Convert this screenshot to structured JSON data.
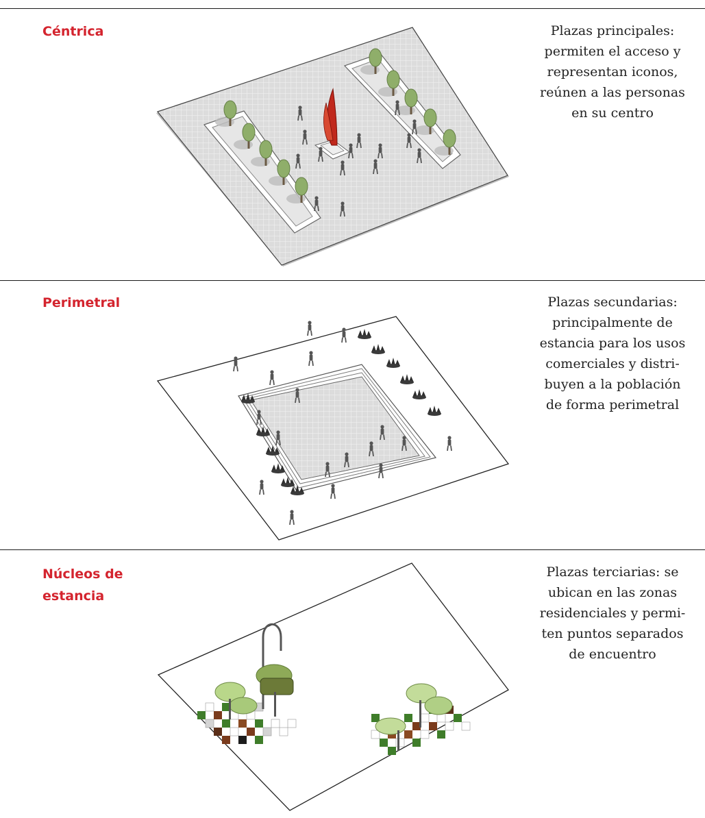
{
  "sections": [
    {
      "label": "Céntrica",
      "description": "Plazas principales:\npermiten el acceso y\nrepresentan iconos,\nreúnen a las personas\nen su centro"
    },
    {
      "label": "Perimetral",
      "description": "Plazas secundarias:\nprincipalmente de\nestancia para los usos\ncomerciales y distri-\nbuyen a la población\nde forma perimetral"
    },
    {
      "label": "Núcleos de\nestancia",
      "description": "Plazas terciarias: se\nubican en las zonas\nresidenciales y permi-\nten puntos separados\nde encuentro"
    }
  ],
  "colors": {
    "label": "#d4242e",
    "rule": "#1a1a1a",
    "tree": "#8fae6a",
    "monument": "#c0281c"
  }
}
